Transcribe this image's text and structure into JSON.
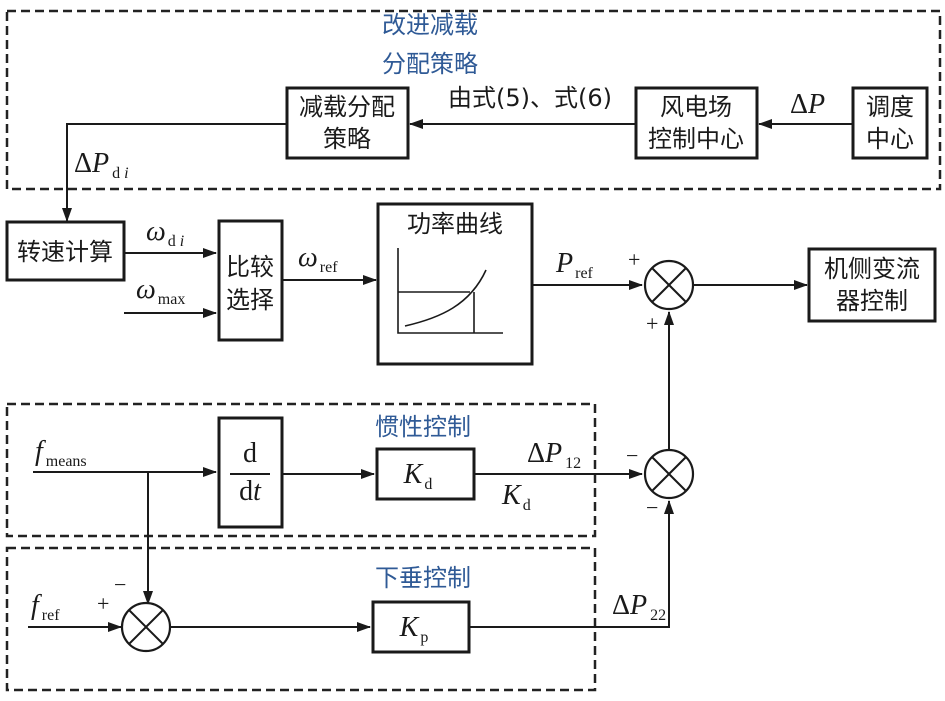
{
  "groups": {
    "load_reduction": {
      "title_line1": "改进减载",
      "title_line2": "分配策略"
    },
    "inertia": {
      "title": "惯性控制"
    },
    "droop": {
      "title": "下垂控制"
    }
  },
  "blocks": {
    "dispatch": {
      "line1": "调度",
      "line2": "中心"
    },
    "wind_farm": {
      "line1": "风电场",
      "line2": "控制中心"
    },
    "reduction_strategy": {
      "line1": "减载分配",
      "line2": "策略"
    },
    "speed_calc": {
      "label": "转速计算"
    },
    "compare": {
      "line1": "比较",
      "line2": "选择"
    },
    "power_curve": {
      "title": "功率曲线"
    },
    "machine_converter": {
      "line1": "机侧变流",
      "line2": "器控制"
    },
    "derivative": {
      "num": "d",
      "den_d": "d",
      "den_t": "t"
    },
    "kd_block": {
      "sym": "K",
      "sub": "d"
    },
    "kp_block": {
      "sym": "K",
      "sub": "p"
    }
  },
  "signals": {
    "delta": "Δ",
    "delta_p": {
      "sym": "P"
    },
    "by_eq": "由式(5)、式(6)",
    "delta_p_di": {
      "sym": "P",
      "sub": "d",
      "sub_i": "i"
    },
    "omega_di": {
      "sym": "ω",
      "sub": "d",
      "sub_i": "i"
    },
    "omega_max": {
      "sym": "ω",
      "sub": "max"
    },
    "omega_ref": {
      "sym": "ω",
      "sub": "ref"
    },
    "p_ref": {
      "sym": "P",
      "sub": "ref"
    },
    "f_means": {
      "sym": "f",
      "sub": "means"
    },
    "f_ref": {
      "sym": "f",
      "sub": "ref"
    },
    "delta_p12": {
      "sym": "P",
      "sub": "12"
    },
    "kd_out": {
      "sym": "K",
      "sub": "d"
    },
    "delta_p22": {
      "sym": "P",
      "sub": "22"
    }
  },
  "signs": {
    "top_sum_left": "+",
    "top_sum_bottom": "+",
    "mid_sum_left": "−",
    "mid_sum_bottom": "−",
    "droop_sum_left": "+",
    "droop_sum_top": "−"
  }
}
